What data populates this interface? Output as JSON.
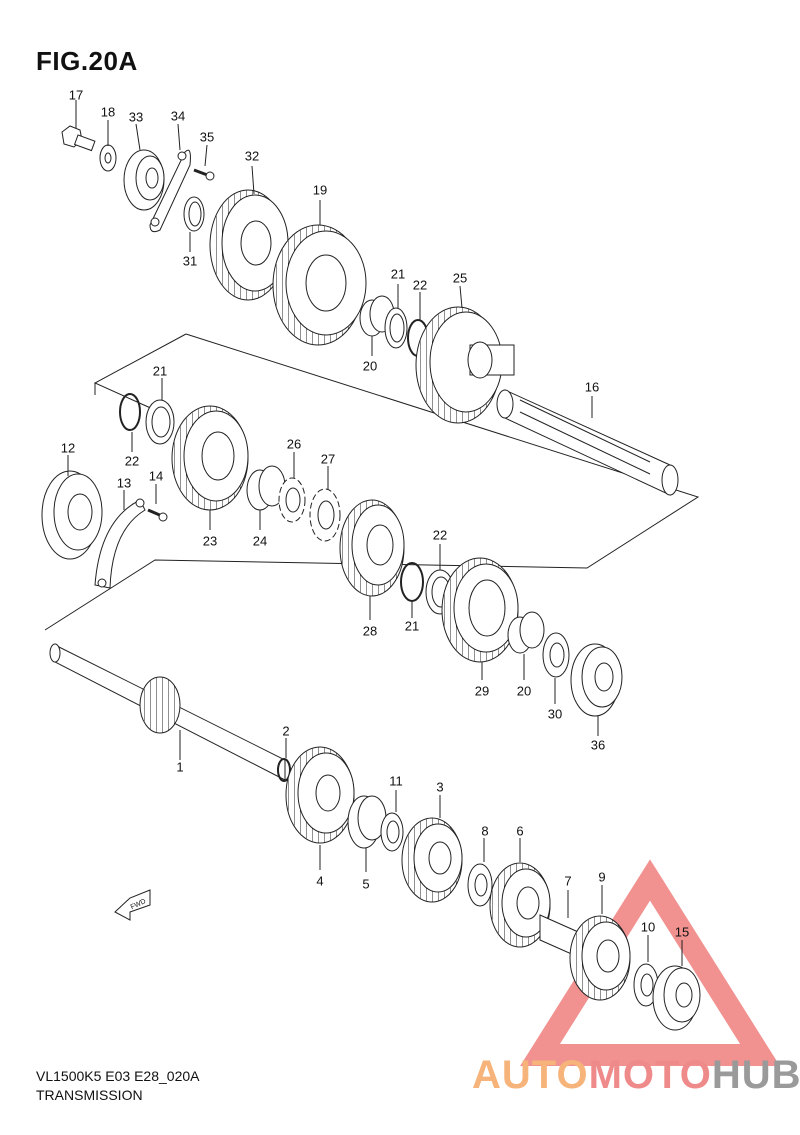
{
  "figure": {
    "title": "FIG.20A"
  },
  "footer": {
    "code": "VL1500K5 E03 E28_020A",
    "name": "TRANSMISSION"
  },
  "fwd_label": "FWD",
  "watermark": {
    "part1": "AUTO",
    "part2": "MOTO",
    "part3": "HUB",
    "colors": {
      "auto": "#f6b37a",
      "moto": "#ef8a8a",
      "hub": "#9a9a9a",
      "triangle": "#e53935"
    }
  },
  "callouts": [
    "17",
    "18",
    "33",
    "34",
    "35",
    "32",
    "19",
    "31",
    "21",
    "22",
    "25",
    "20",
    "16",
    "21",
    "22",
    "12",
    "13",
    "14",
    "23",
    "24",
    "26",
    "27",
    "28",
    "21",
    "22",
    "29",
    "20",
    "30",
    "36",
    "1",
    "2",
    "4",
    "5",
    "11",
    "3",
    "8",
    "6",
    "7",
    "9",
    "10",
    "15"
  ]
}
